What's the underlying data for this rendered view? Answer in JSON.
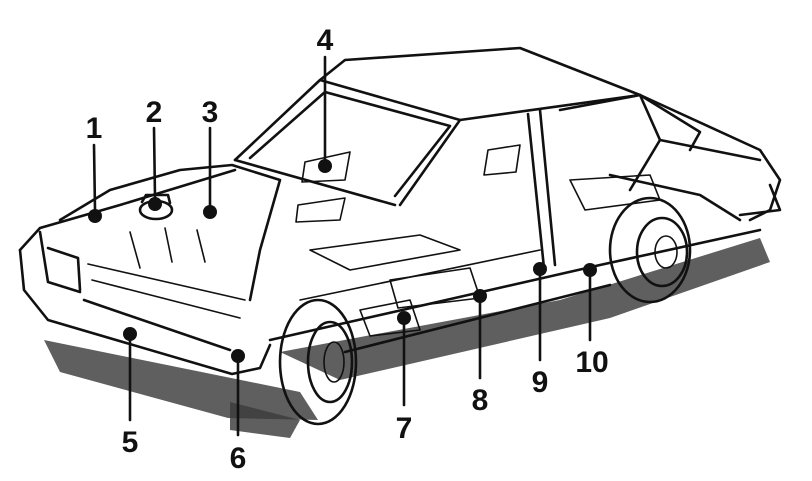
{
  "callouts": [
    {
      "id": "1",
      "label": "1"
    },
    {
      "id": "2",
      "label": "2"
    },
    {
      "id": "3",
      "label": "3"
    },
    {
      "id": "4",
      "label": "4"
    },
    {
      "id": "5",
      "label": "5"
    },
    {
      "id": "6",
      "label": "6"
    },
    {
      "id": "7",
      "label": "7"
    },
    {
      "id": "8",
      "label": "8"
    },
    {
      "id": "9",
      "label": "9"
    },
    {
      "id": "10",
      "label": "10"
    }
  ],
  "colors": {
    "ink": "#111111",
    "shadow": "#3c3c3c",
    "background": "#ffffff"
  }
}
